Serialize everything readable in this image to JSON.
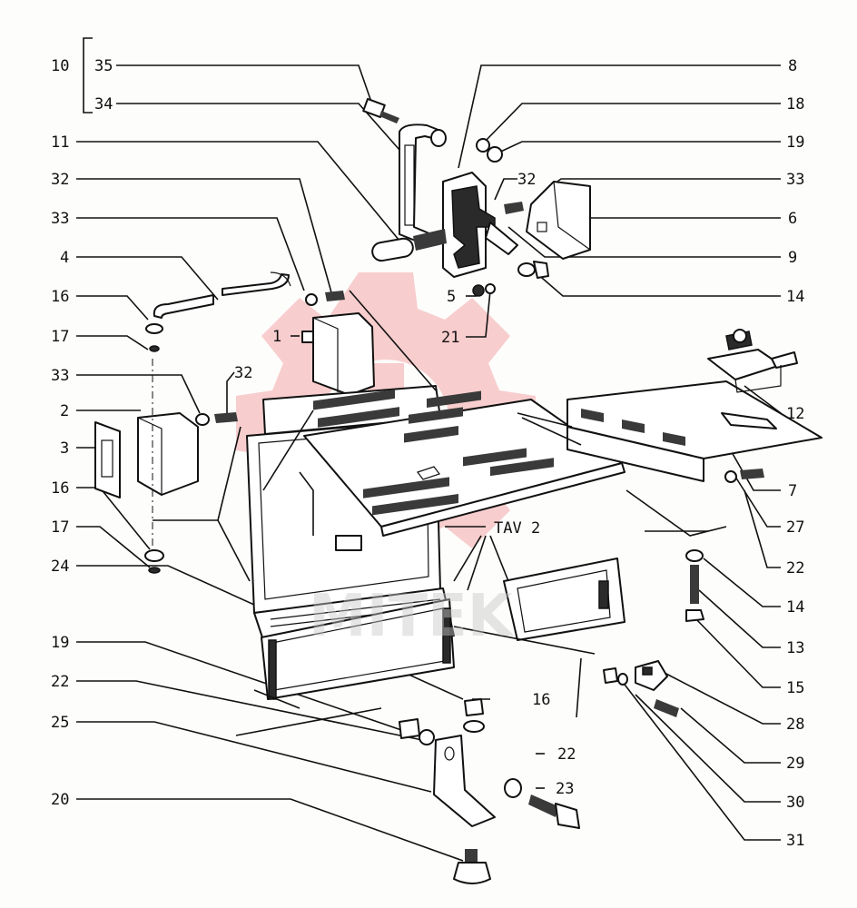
{
  "labels_left": [
    "10",
    "35",
    "34",
    "11",
    "32",
    "33",
    "4",
    "16",
    "17",
    "33",
    "2",
    "3",
    "16",
    "17",
    "24",
    "19",
    "22",
    "25",
    "20"
  ],
  "labels_right": [
    "8",
    "18",
    "19",
    "33",
    "6",
    "9",
    "14",
    "12",
    "7",
    "27",
    "22",
    "14",
    "13",
    "15",
    "28",
    "29",
    "30",
    "31"
  ],
  "labels_inner": [
    "32",
    "5",
    "21",
    "1",
    "32",
    "16",
    "22",
    "23"
  ],
  "title_label": "TAV 2",
  "watermark": "MITEK",
  "colors": {
    "line": "#111111",
    "watermark": "#f3a3a6"
  }
}
